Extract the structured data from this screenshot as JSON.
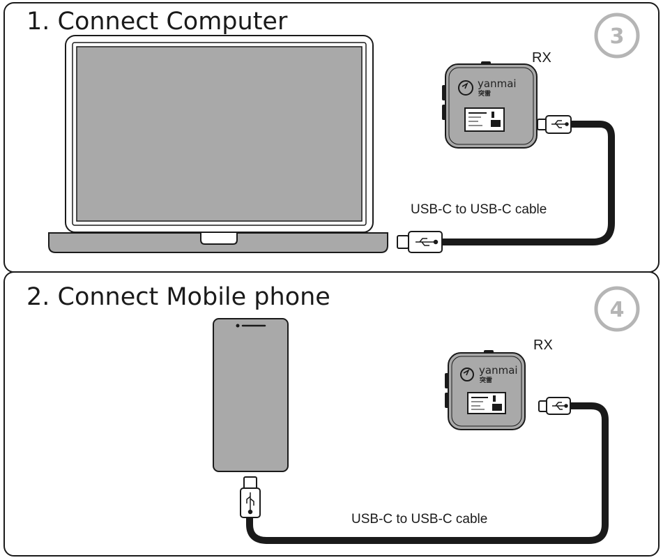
{
  "sections": [
    {
      "title": "1. Connect Computer",
      "step": "3",
      "receiver_label": "RX",
      "cable_label": "USB-C to USB-C cable",
      "brand": "yanmai",
      "brand_cn": "突雷"
    },
    {
      "title": "2. Connect Mobile phone",
      "step": "4",
      "receiver_label": "RX",
      "cable_label": "USB-C to USB-C cable",
      "brand": "yanmai",
      "brand_cn": "突雷"
    }
  ],
  "colors": {
    "device_fill": "#a9a9a9",
    "outline": "#1a1a1a",
    "step_badge": "#b5b5b5",
    "cable": "#1a1a1a"
  },
  "icons": [
    "laptop-icon",
    "phone-icon",
    "receiver-icon",
    "usb-icon",
    "usb-c-connector-icon"
  ]
}
